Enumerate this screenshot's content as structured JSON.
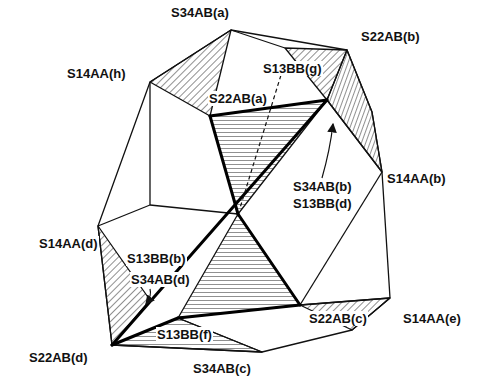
{
  "diagram": {
    "labels": [
      "S34AB(a)",
      "S22AB(b)",
      "S14AA(h)",
      "S13BB(g)",
      "S22AB(a)",
      "S34AB(b)",
      "S13BB(d)",
      "S14AA(b)",
      "S14AA(d)",
      "S13BB(b)",
      "S34AB(d)",
      "S22AB(c)",
      "S14AA(e)",
      "S13BB(f)",
      "S22AB(d)",
      "S34AB(c)"
    ]
  }
}
